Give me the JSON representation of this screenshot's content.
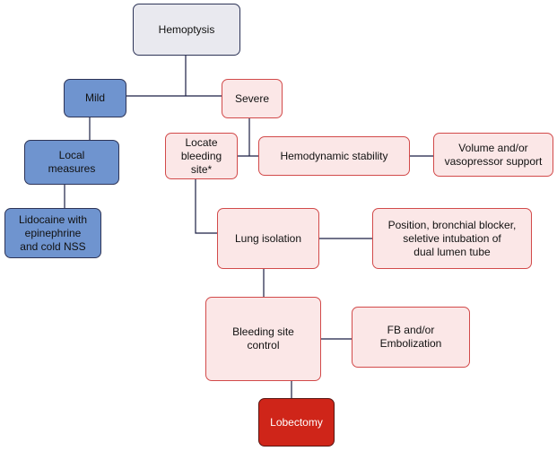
{
  "diagram": {
    "title": "Hemoptysis management flowchart",
    "nodes": {
      "hemoptysis": "Hemoptysis",
      "mild": "Mild",
      "severe": "Severe",
      "local_measures": "Local\nmeasures",
      "lidocaine": "Lidocaine with\nepinephrine\nand cold NSS",
      "locate_site": "Locate\nbleeding\nsite*",
      "hemodynamic": "Hemodynamic stability",
      "volume": "Volume and/or\nvasopressor support",
      "lung_isolation": "Lung isolation",
      "position": "Position, bronchial blocker,\nseletive intubation of\ndual lumen tube",
      "bleeding_control": "Bleeding site\ncontrol",
      "fb_embolization": "FB and/or\nEmbolization",
      "lobectomy": "Lobectomy"
    },
    "edges": [
      [
        "hemoptysis",
        "mild"
      ],
      [
        "hemoptysis",
        "severe"
      ],
      [
        "mild",
        "local_measures"
      ],
      [
        "local_measures",
        "lidocaine"
      ],
      [
        "severe",
        "hemodynamic"
      ],
      [
        "locate_site",
        "hemodynamic"
      ],
      [
        "hemodynamic",
        "volume"
      ],
      [
        "locate_site",
        "lung_isolation"
      ],
      [
        "lung_isolation",
        "position"
      ],
      [
        "lung_isolation",
        "bleeding_control"
      ],
      [
        "bleeding_control",
        "fb_embolization"
      ],
      [
        "bleeding_control",
        "lobectomy"
      ]
    ],
    "colors": {
      "root": "#e9e9ef",
      "mild_path": "#6f94cf",
      "severe_path": "#fbe7e7",
      "severe_border": "#d24a4a",
      "final": "#cf2519",
      "connector": "#1a1f44"
    }
  }
}
